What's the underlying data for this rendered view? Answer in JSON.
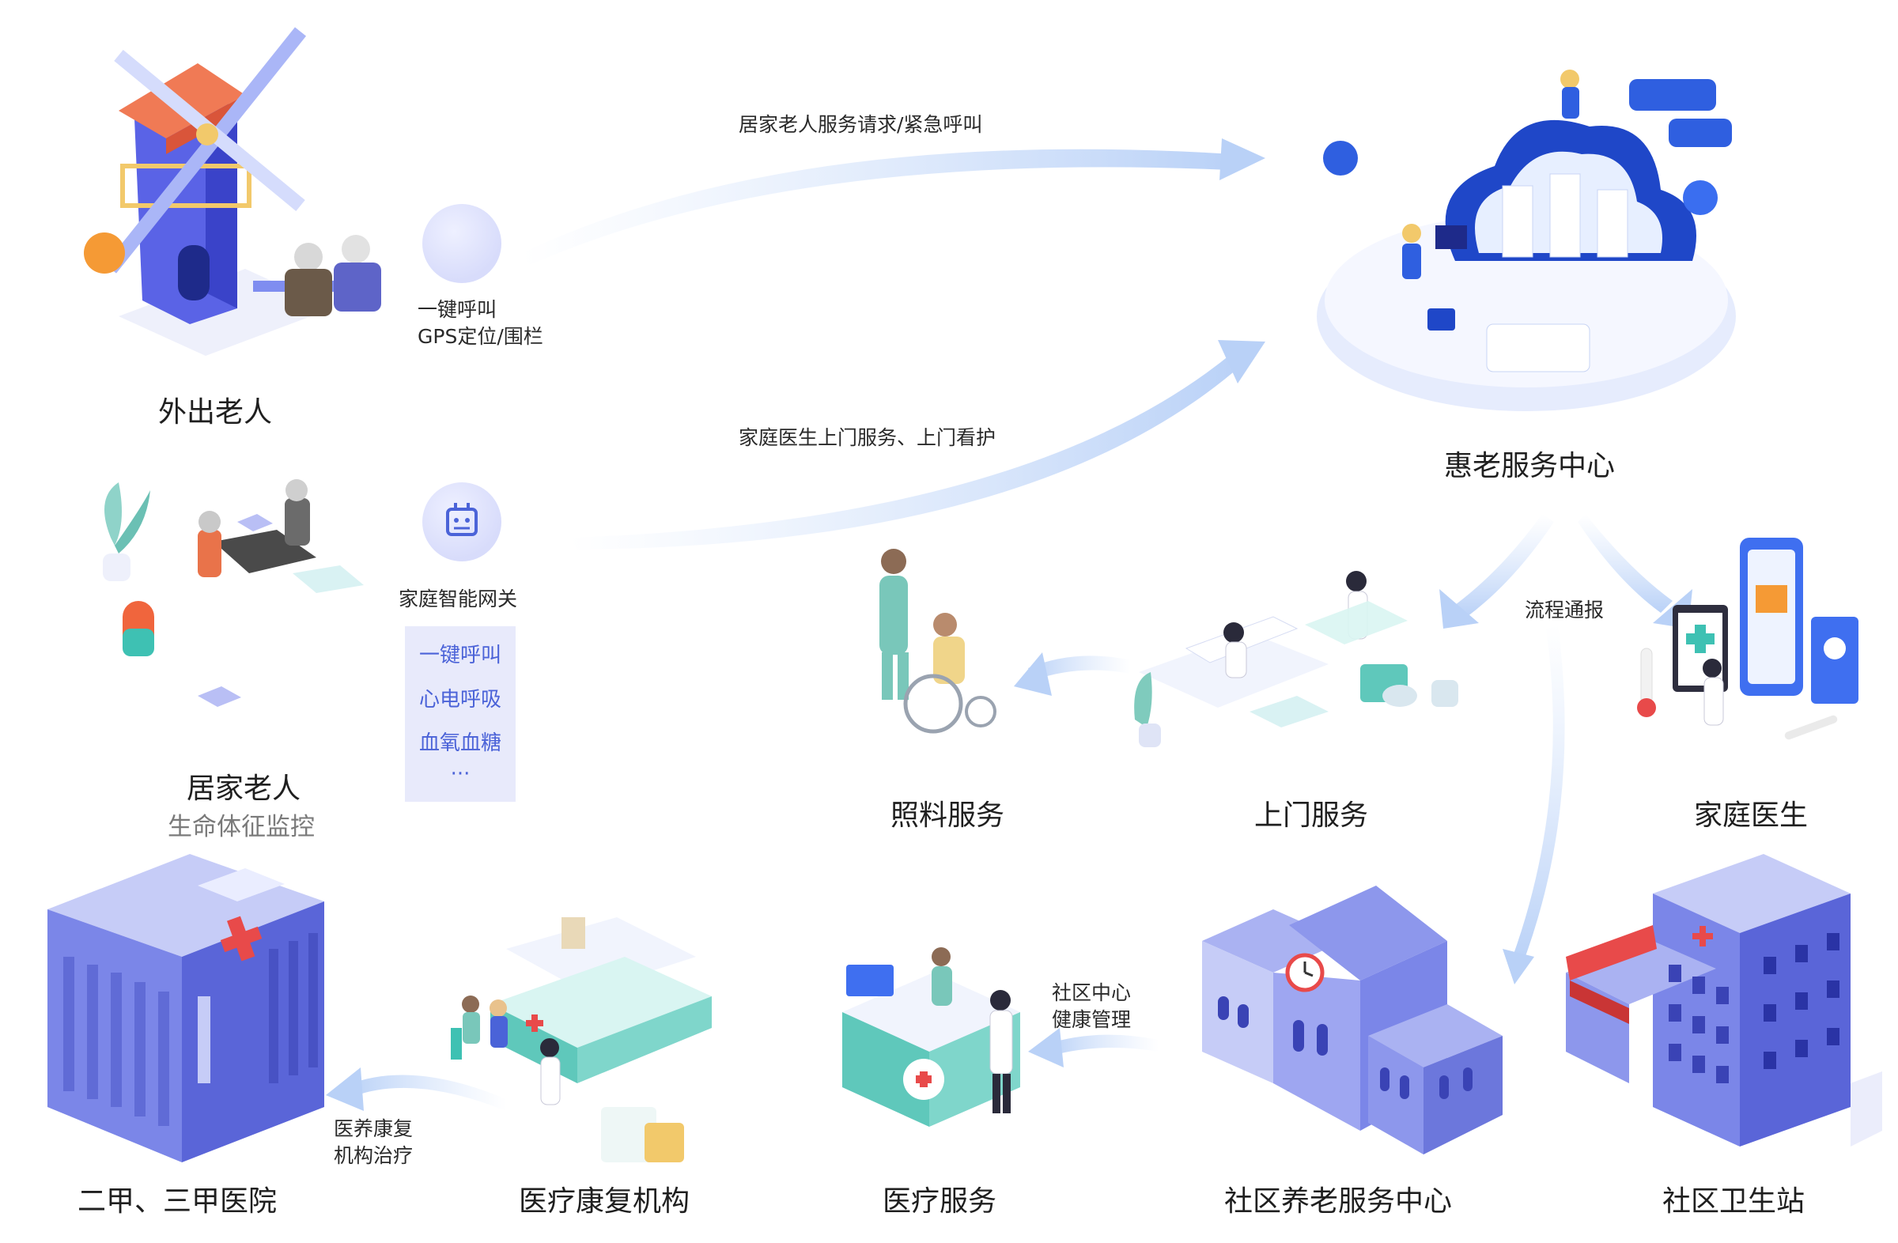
{
  "nodes": {
    "outing_elder": "外出老人",
    "home_elder": "居家老人",
    "home_elder_sub": "生命体征监控",
    "service_center": "惠老服务中心",
    "care_service": "照料服务",
    "door_service": "上门服务",
    "family_doctor": "家庭医生",
    "hospital": "二甲、三甲医院",
    "rehab_institution": "医疗康复机构",
    "medical_service": "医疗服务",
    "community_center": "社区养老服务中心",
    "health_station": "社区卫生站"
  },
  "flows": {
    "request": "居家老人服务请求/紧急呼叫",
    "doctor_visit": "家庭医生上门服务、上门看护",
    "report": "流程通报",
    "one_key_call": "一键呼叫",
    "gps": "GPS定位/围栏",
    "gateway": "家庭智能网关",
    "community_health_1": "社区中心",
    "community_health_2": "健康管理",
    "rehab_1": "医养康复",
    "rehab_2": "机构治疗"
  },
  "vitals": [
    "一键呼叫",
    "心电呼吸",
    "血氧血糖",
    "···"
  ],
  "colors": {
    "arrow": "#cfe0fb",
    "accent_blue": "#2f5fe0",
    "vital_text": "#4b63d8",
    "vital_bg": "#e8eafb",
    "building": "#7b86e8",
    "red_cross": "#e84a4a"
  }
}
